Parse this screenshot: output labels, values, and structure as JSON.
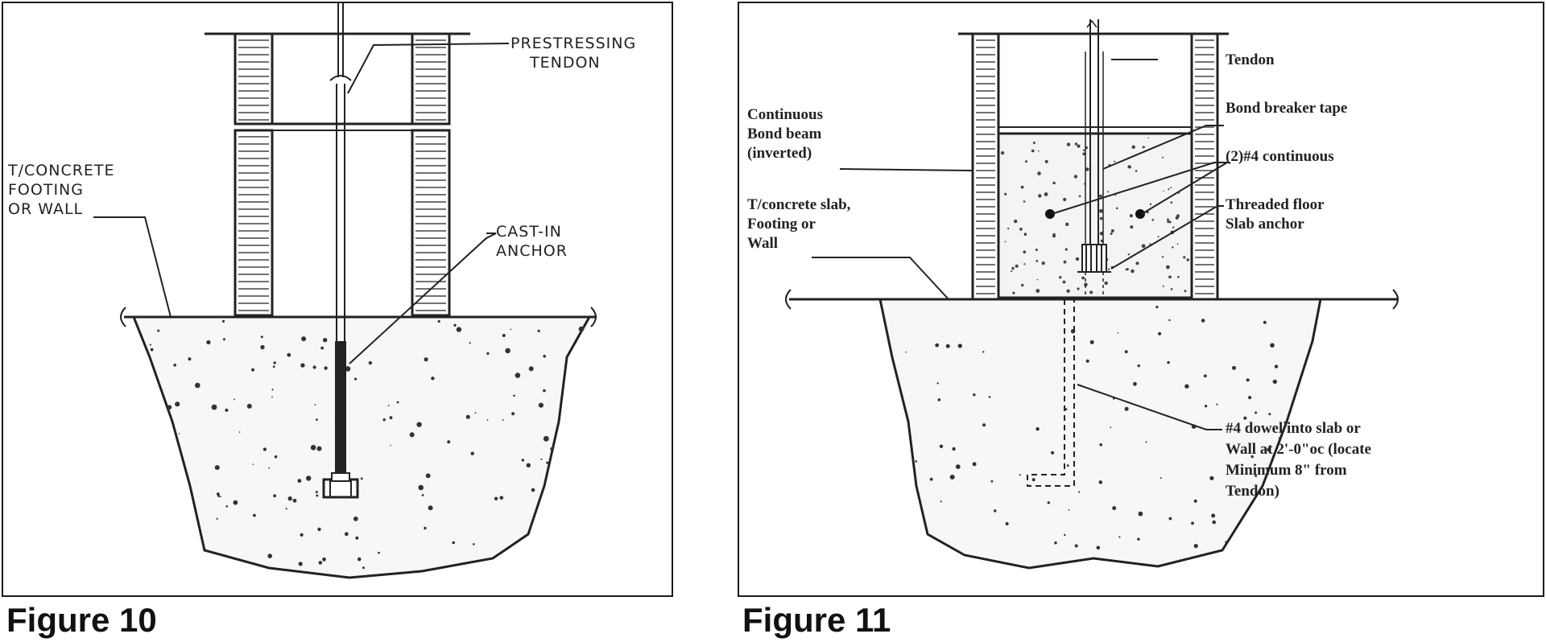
{
  "figure10": {
    "caption": "Figure 10",
    "labels": {
      "tendon_1": "PRESTRESSING",
      "tendon_2": "TENDON",
      "top_1": "T/CONCRETE",
      "top_2": "FOOTING",
      "top_3": "OR WALL",
      "anchor_1": "CAST-IN",
      "anchor_2": "ANCHOR"
    }
  },
  "figure11": {
    "caption": "Figure 11",
    "labels": {
      "tendon": "Tendon",
      "bond_beam_1": "Continuous",
      "bond_beam_2": "Bond beam",
      "bond_beam_3": "(inverted)",
      "bond_breaker": "Bond breaker tape",
      "rebar": "(2)#4 continuous",
      "slab_1": "T/concrete slab,",
      "slab_2": "Footing or",
      "slab_3": "Wall",
      "anchor_1": "Threaded floor",
      "anchor_2": "Slab anchor",
      "dowel_1": "#4 dowel into slab or",
      "dowel_2": "Wall at 2'-0\"oc (locate",
      "dowel_3": "Minimum 8\" from",
      "dowel_4": "Tendon)"
    }
  }
}
